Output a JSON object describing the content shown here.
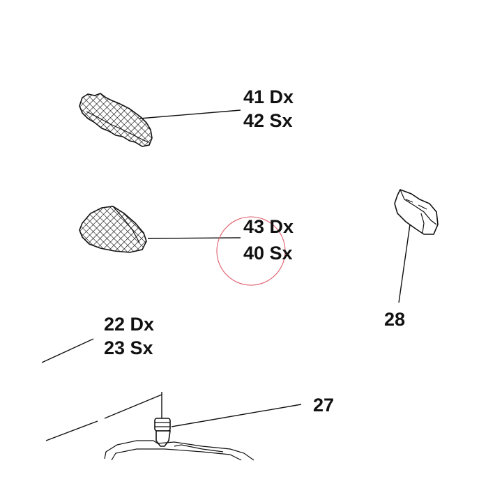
{
  "labels": {
    "part_41": "41 Dx",
    "part_42": "42 Sx",
    "part_43": "43 Dx",
    "part_40": "40 Sx",
    "part_22": "22 Dx",
    "part_23": "23 Sx",
    "part_27": "27",
    "part_28": "28"
  },
  "colors": {
    "ink": "#111111",
    "highlight_circle": "#e05a6a"
  }
}
